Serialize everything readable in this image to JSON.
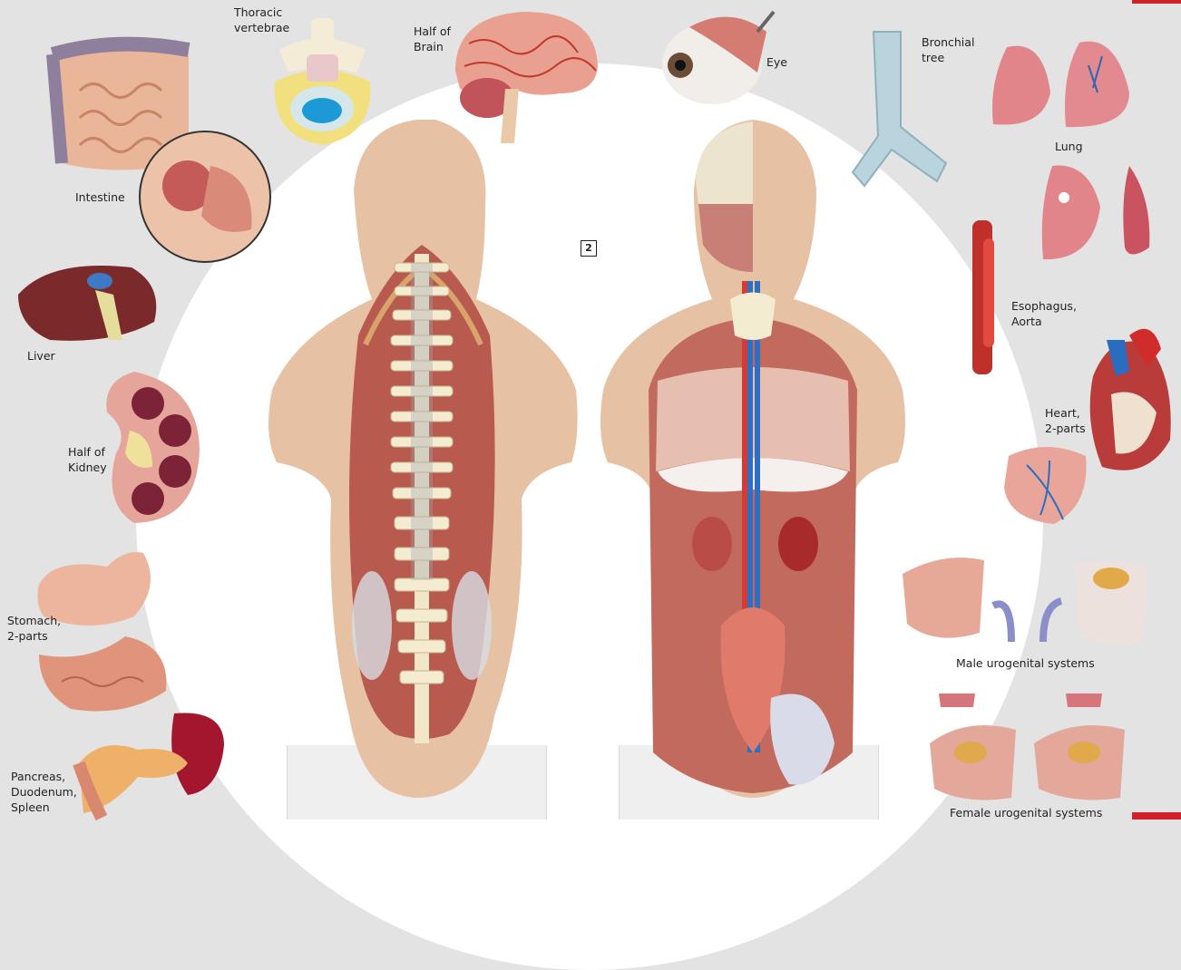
{
  "badge": "2",
  "colors": {
    "accent": "#d0202a",
    "background": "#e3e3e3",
    "highlight": "#ffffff"
  },
  "labels": {
    "thoracic_vertebrae": [
      "Thoracic",
      "vertebrae"
    ],
    "half_of_brain": [
      "Half of",
      "Brain"
    ],
    "eye": [
      "Eye"
    ],
    "bronchial_tree": [
      "Bronchial",
      "tree"
    ],
    "intestine": [
      "Intestine"
    ],
    "lung": [
      "Lung"
    ],
    "liver": [
      "Liver"
    ],
    "esophagus_aorta": [
      "Esophagus,",
      "Aorta"
    ],
    "half_of_kidney": [
      "Half of",
      "Kidney"
    ],
    "heart": [
      "Heart,",
      "2-parts"
    ],
    "stomach": [
      "Stomach,",
      "2-parts"
    ],
    "male_urogenital": [
      "Male urogenital systems"
    ],
    "pancreas": [
      "Pancreas,",
      "Duodenum,",
      "Spleen"
    ],
    "female_urogenital": [
      "Female urogenital systems"
    ]
  }
}
